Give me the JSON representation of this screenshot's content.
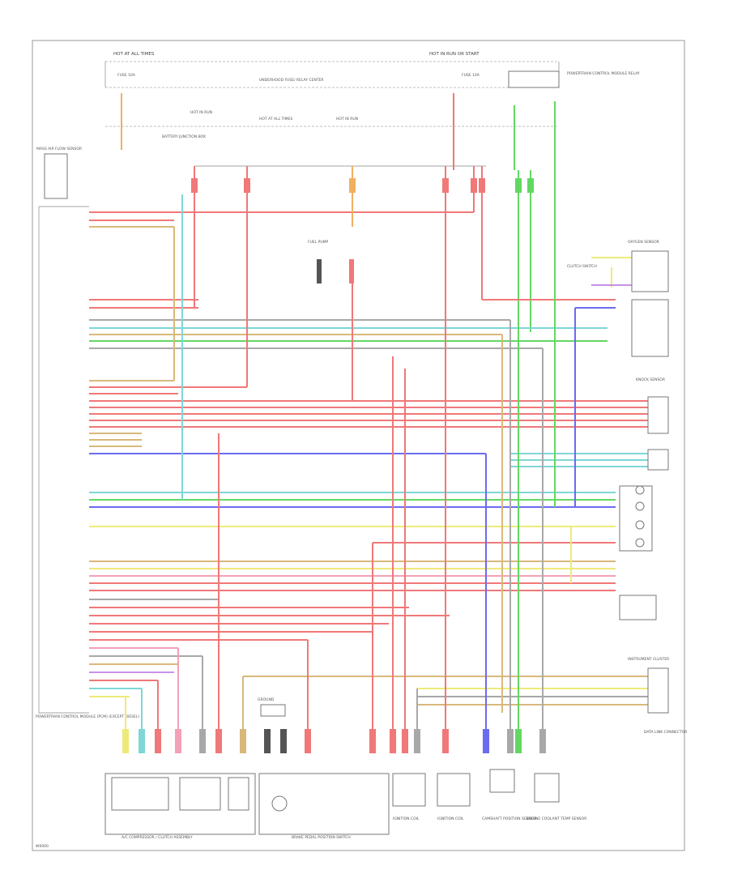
{
  "diagram": {
    "footer_code": "W0000",
    "top_labels": {
      "hot_left": "HOT AT ALL TIMES",
      "hot_right": "HOT IN RUN OR START",
      "fuse_left": "FUSE 10A",
      "fuse_right": "FUSE 10A",
      "fuse_block": "UNDERHOOD FUSE/ RELAY CENTER",
      "relay_box": "POWERTRAIN CONTROL MODULE RELAY",
      "hot_run_a": "HOT IN RUN",
      "hot_run_b": "HOT AT ALL TIMES",
      "hot_run_c": "HOT IN RUN",
      "module_label": "BATTERY JUNCTION BOX"
    },
    "component_labels": {
      "left_connector": "MASS AIR FLOW SENSOR",
      "pcm": "POWERTRAIN CONTROL MODULE (PCM) (EXCEPT DIESEL)",
      "left_bottom_group": "A/C COMPRESSOR / CLUTCH ASSEMBLY",
      "bottom_group": "BRAKE PEDAL POSITION SWITCH",
      "coil_a": "IGNITION COIL",
      "coil_b": "IGNITION COIL",
      "pc_module": "CAMSHAFT POSITION SENSOR",
      "pressure_sensor": "ENGINE COOLANT TEMP SENSOR",
      "right_top": "OXYGEN SENSOR",
      "right_mid": "KNOCK SENSOR",
      "right_lower": "INSTRUMENT CLUSTER",
      "right_bottom": "DATA LINK CONNECTOR",
      "clutch_switch": "CLUTCH SWITCH",
      "fuel_pump": "FUEL PUMP",
      "ground": "GROUND"
    },
    "wire_colors": {
      "red": "#f07878",
      "pink": "#f4a0b8",
      "green": "#62d862",
      "lightgreen": "#a6e8a6",
      "cyan": "#7fd6d6",
      "blue": "#6b6bf0",
      "yellow": "#eeea7a",
      "tan": "#d8b87a",
      "orange": "#f0b060",
      "gray": "#a8a8a8",
      "violet": "#c890e8",
      "black": "#555555"
    }
  }
}
